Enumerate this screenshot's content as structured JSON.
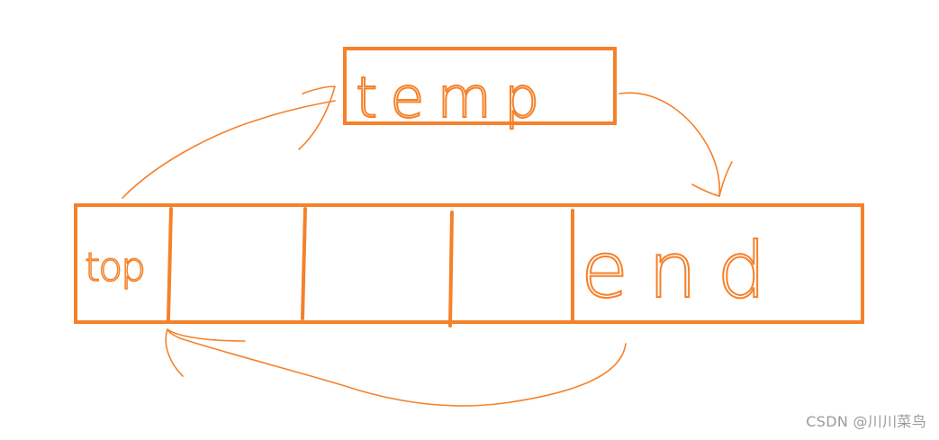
{
  "diagram": {
    "stroke_color": "#f5812a",
    "temp_label": "temp",
    "top_label": "top",
    "end_label": "end",
    "watermark": "CSDN @川川菜鸟"
  }
}
